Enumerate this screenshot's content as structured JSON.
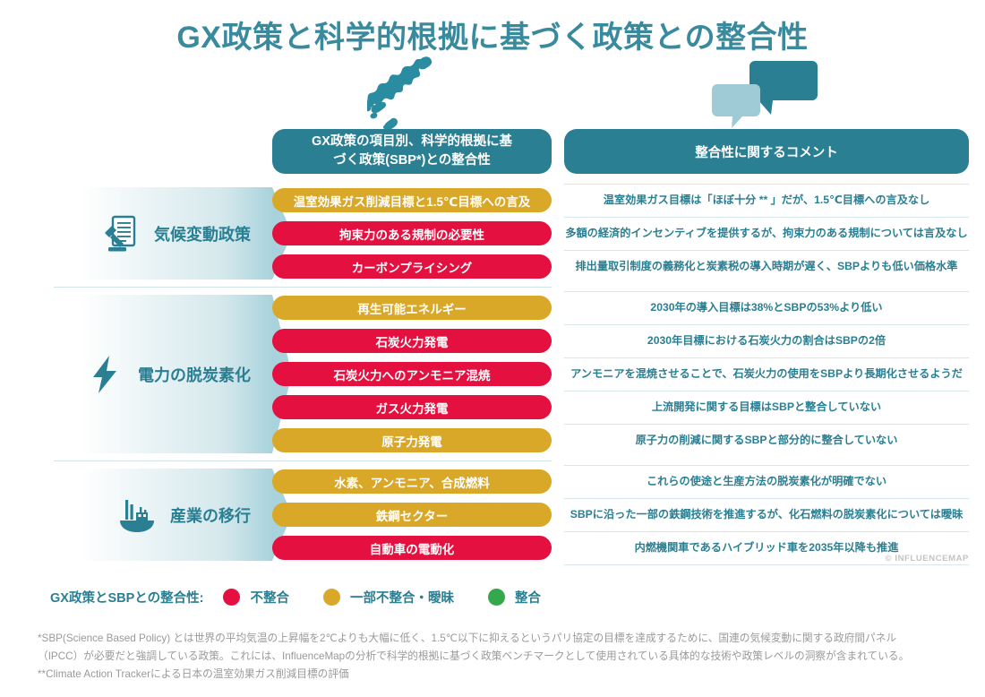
{
  "title": "GX政策と科学的根拠に基づく政策との整合性",
  "colors": {
    "teal": "#2a7f93",
    "teal_light": "#a8d3dc",
    "red": "#e4103f",
    "gold": "#d9a828",
    "green": "#34a84a",
    "note_gray": "#9a9a9a"
  },
  "headers": {
    "left_line1": "GX政策の項目別、科学的根拠に基",
    "left_line2": "づく政策(SBP*)との整合性",
    "right": "整合性に関するコメント"
  },
  "decorations": {
    "japan_map_icon": "japan-map-icon",
    "speech_bubbles_icon": "speech-bubbles-icon"
  },
  "groups": [
    {
      "label": "気候変動政策",
      "icon": "document-gavel-icon",
      "rows": [
        {
          "policy": "温室効果ガス削減目標と1.5℃目標への言及",
          "status": "gold",
          "comment": "温室効果ガス目標は「ほぼ十分 ** 」だが、1.5℃目標への言及なし"
        },
        {
          "policy": "拘束力のある規制の必要性",
          "status": "red",
          "comment": "多額の経済的インセンティブを提供するが、拘束力のある規制については言及なし"
        },
        {
          "policy": "カーボンプライシング",
          "status": "red",
          "comment": "排出量取引制度の義務化と炭素税の導入時期が遅く、SBPよりも低い価格水準"
        }
      ]
    },
    {
      "label": "電力の脱炭素化",
      "icon": "lightning-bolt-icon",
      "rows": [
        {
          "policy": "再生可能エネルギー",
          "status": "gold",
          "comment": "2030年の導入目標は38%とSBPの53%より低い"
        },
        {
          "policy": "石炭火力発電",
          "status": "red",
          "comment": "2030年目標における石炭火力の割合はSBPの2倍"
        },
        {
          "policy": "石炭火力へのアンモニア混焼",
          "status": "red",
          "comment": "アンモニアを混焼させることで、石炭火力の使用をSBPより長期化させるようだ"
        },
        {
          "policy": "ガス火力発電",
          "status": "red",
          "comment": "上流開発に関する目標はSBPと整合していない"
        },
        {
          "policy": "原子力発電",
          "status": "gold",
          "comment": "原子力の削減に関するSBPと部分的に整合していない"
        }
      ]
    },
    {
      "label": "産業の移行",
      "icon": "factory-icon",
      "rows": [
        {
          "policy": "水素、アンモニア、合成燃料",
          "status": "gold",
          "comment": "これらの使途と生産方法の脱炭素化が明確でない"
        },
        {
          "policy": "鉄鋼セクター",
          "status": "gold",
          "comment": "SBPに沿った一部の鉄鋼技術を推進するが、化石燃料の脱炭素化については曖昧"
        },
        {
          "policy": "自動車の電動化",
          "status": "red",
          "comment": "内燃機関車であるハイブリッド車を2035年以降も推進"
        }
      ]
    }
  ],
  "copyright": "© INFLUENCEMAP",
  "legend": {
    "title": "GX政策とSBPとの整合性:",
    "items": [
      {
        "label": "不整合",
        "color": "#e4103f",
        "key": "red"
      },
      {
        "label": "一部不整合・曖昧",
        "color": "#d9a828",
        "key": "gold"
      },
      {
        "label": "整合",
        "color": "#34a84a",
        "key": "green"
      }
    ]
  },
  "footnotes": [
    "*SBP(Science Based Policy) とは世界の平均気温の上昇幅を2℃よりも大幅に低く、1.5℃以下に抑えるというパリ協定の目標を達成するために、国連の気候変動に関する政府間パネル",
    "（IPCC）が必要だと強調している政策。これには、InfluenceMapの分析で科学的根拠に基づく政策ベンチマークとして使用されている具体的な技術や政策レベルの洞察が含まれている。",
    "**Climate Action Trackerによる日本の温室効果ガス削減目標の評価"
  ]
}
